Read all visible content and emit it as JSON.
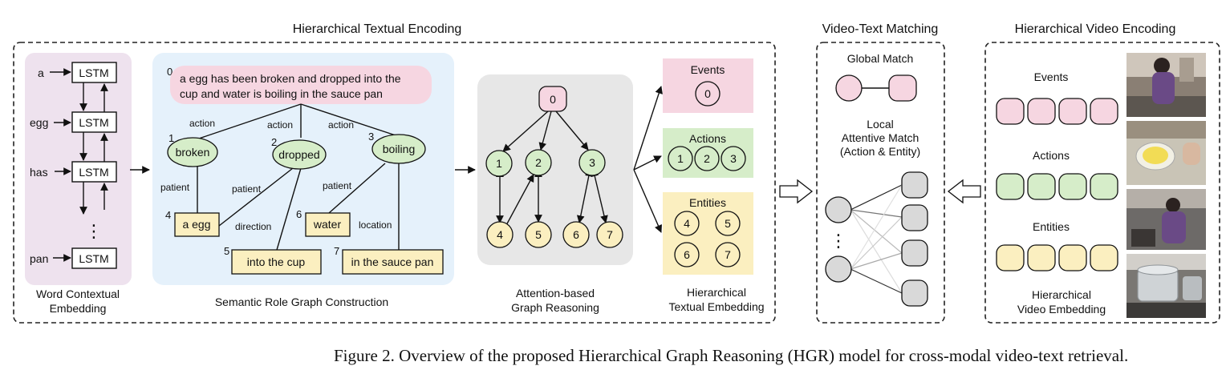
{
  "sections": {
    "textual_encoding": "Hierarchical Textual Encoding",
    "video_text_matching": "Video-Text Matching",
    "video_encoding": "Hierarchical Video Encoding"
  },
  "word_embedding": {
    "words": [
      "a",
      "egg",
      "has",
      "pan"
    ],
    "lstm_label": "LSTM",
    "ellipsis": "⋮",
    "caption_line1": "Word Contextual",
    "caption_line2": "Embedding"
  },
  "srg": {
    "root_index": "0",
    "sentence_line1": "a egg has been broken and dropped into the",
    "sentence_line2": "cup and water is boiling in the sauce pan",
    "verbs": [
      {
        "index": "1",
        "label": "broken",
        "edge": "action"
      },
      {
        "index": "2",
        "label": "dropped",
        "edge": "action"
      },
      {
        "index": "3",
        "label": "boiling",
        "edge": "action"
      }
    ],
    "entities": [
      {
        "index": "4",
        "label": "a egg"
      },
      {
        "index": "5",
        "label": "into the cup"
      },
      {
        "index": "6",
        "label": "water"
      },
      {
        "index": "7",
        "label": "in the sauce pan"
      }
    ],
    "edge_labels": {
      "patient": "patient",
      "direction": "direction",
      "location": "location"
    },
    "caption": "Semantic Role Graph Construction"
  },
  "graph_reasoning": {
    "nodes": [
      "0",
      "1",
      "2",
      "3",
      "4",
      "5",
      "6",
      "7"
    ],
    "caption_line1": "Attention-based",
    "caption_line2": "Graph Reasoning"
  },
  "textual_embedding": {
    "events_label": "Events",
    "events_nodes": [
      "0"
    ],
    "actions_label": "Actions",
    "actions_nodes": [
      "1",
      "2",
      "3"
    ],
    "entities_label": "Entities",
    "entities_nodes": [
      "4",
      "5",
      "6",
      "7"
    ],
    "caption_line1": "Hierarchical",
    "caption_line2": "Textual Embedding"
  },
  "matching": {
    "global_label": "Global Match",
    "local_line1": "Local",
    "local_line2": "Attentive Match",
    "local_line3": "(Action & Entity)",
    "ellipsis": "⋮"
  },
  "video_embedding": {
    "events_label": "Events",
    "actions_label": "Actions",
    "entities_label": "Entities",
    "caption_line1": "Hierarchical",
    "caption_line2": "Video Embedding"
  },
  "caption": "Figure 2. Overview of the proposed Hierarchical Graph Reasoning (HGR) model for cross-modal video-text retrieval.",
  "colors": {
    "pink": "#f6d6e1",
    "green": "#d6edc9",
    "yellow": "#fbefc0",
    "blue_panel": "#e5f1fb",
    "gray_panel": "#e7e7e7",
    "lilac_panel": "#eee2ee",
    "node_gray": "#d9d9d9"
  }
}
